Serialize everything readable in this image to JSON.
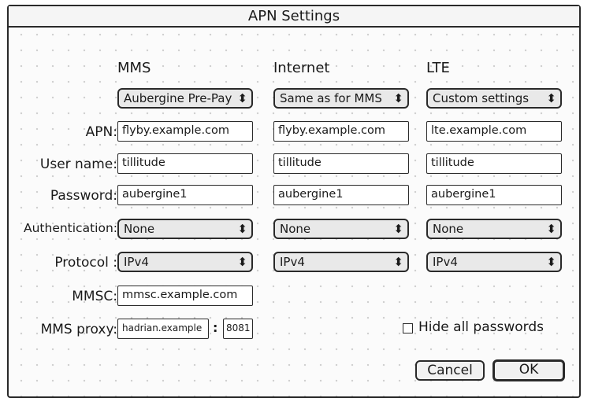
{
  "window": {
    "title": "APN Settings"
  },
  "columns": {
    "mms": "MMS",
    "internet": "Internet",
    "lte": "LTE"
  },
  "labels": {
    "apn": "APN:",
    "username": "User name:",
    "password": "Password:",
    "authentication": "Authentication:",
    "protocol": "Protocol :",
    "mmsc": "MMSC:",
    "mms_proxy": "MMS proxy:"
  },
  "mms": {
    "profile": "Aubergine Pre-Pay",
    "apn": "flyby.example.com",
    "username": "tillitude",
    "password": "aubergine1",
    "authentication": "None",
    "protocol": "IPv4",
    "mmsc": "mmsc.example.com",
    "proxy_host": "hadrian.example",
    "proxy_separator": ":",
    "proxy_port": "8081"
  },
  "internet": {
    "profile": "Same as for MMS",
    "apn": "flyby.example.com",
    "username": "tillitude",
    "password": "aubergine1",
    "authentication": "None",
    "protocol": "IPv4"
  },
  "lte": {
    "profile": "Custom settings",
    "apn": "lte.example.com",
    "username": "tillitude",
    "password": "aubergine1",
    "authentication": "None",
    "protocol": "IPv4"
  },
  "options": {
    "hide_passwords": "Hide all passwords",
    "hide_passwords_checked": false
  },
  "buttons": {
    "cancel": "Cancel",
    "ok": "OK"
  },
  "icons": {
    "select_arrow": "up-down-chevron-icon"
  }
}
